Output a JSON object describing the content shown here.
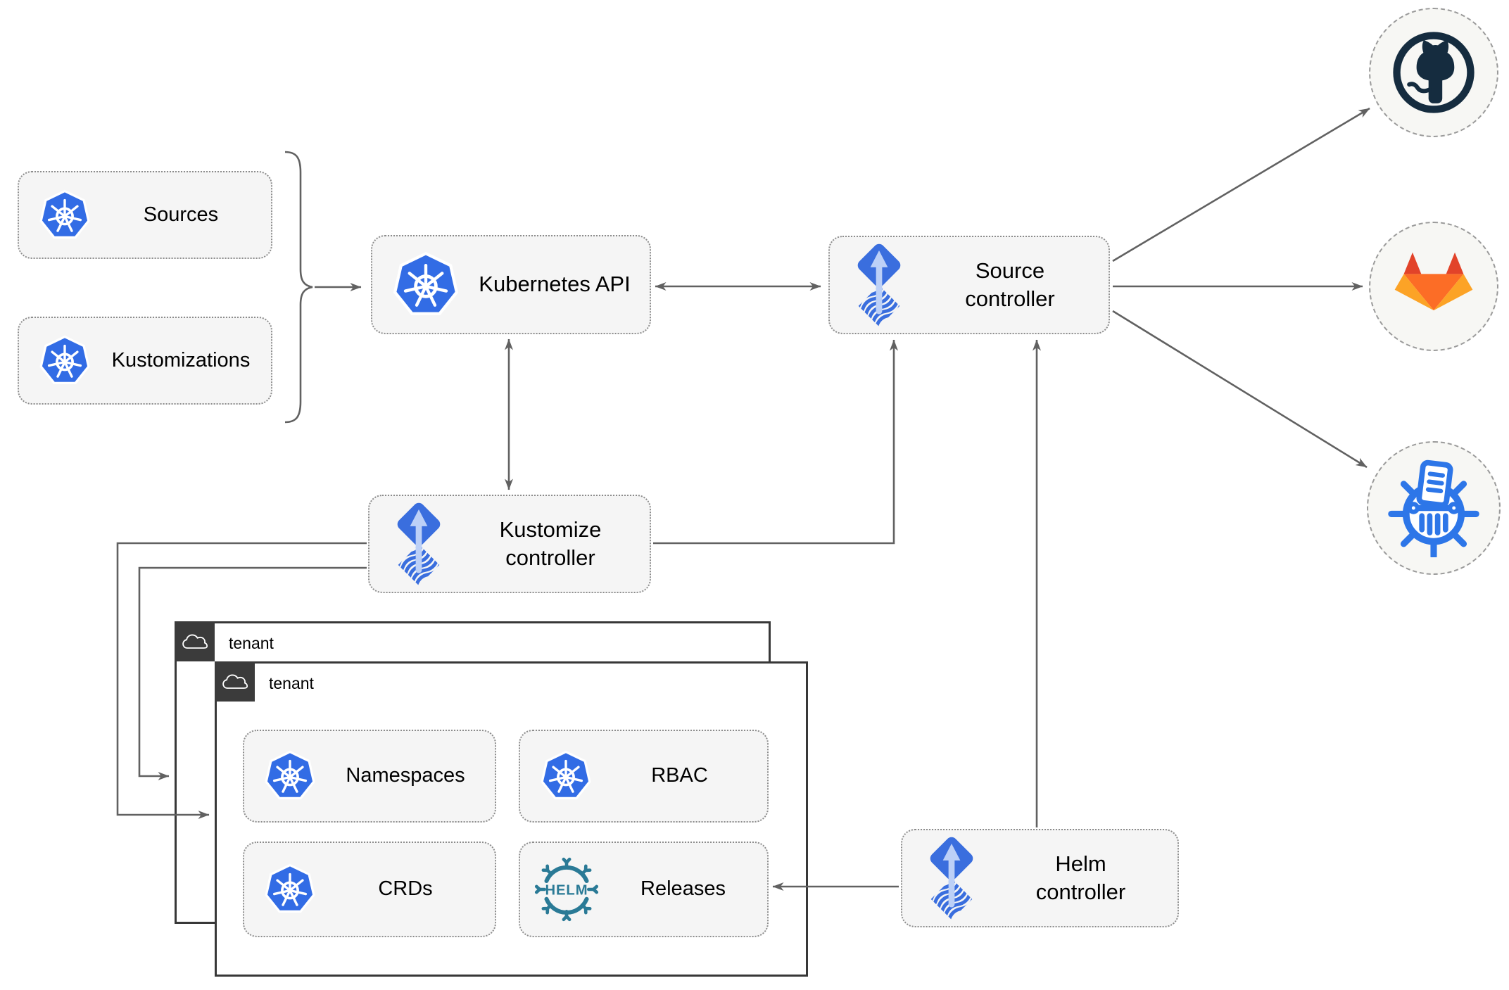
{
  "diagram": {
    "nodes": {
      "sources": {
        "label": "Sources"
      },
      "kustomizations": {
        "label": "Kustomizations"
      },
      "kubernetes_api": {
        "label": "Kubernetes API"
      },
      "source_controller": {
        "label": "Source controller"
      },
      "kustomize_controller": {
        "label": "Kustomize controller"
      },
      "helm_controller": {
        "label": "Helm controller"
      },
      "namespaces": {
        "label": "Namespaces"
      },
      "rbac": {
        "label": "RBAC"
      },
      "crds": {
        "label": "CRDs"
      },
      "releases": {
        "label": "Releases",
        "badge": "HELM"
      }
    },
    "groups": {
      "tenant_outer": {
        "label": "tenant"
      },
      "tenant_inner": {
        "label": "tenant"
      }
    },
    "endpoints": {
      "github": {
        "icon": "github-icon"
      },
      "gitlab": {
        "icon": "gitlab-icon"
      },
      "chartmuseum": {
        "icon": "chartmuseum-icon"
      }
    },
    "colors": {
      "kubernetes_blue": "#326CE5",
      "flux_blue": "#3A6EDE",
      "flux_arrow_light": "#BCD0F7",
      "helm_teal": "#2A7A96",
      "chartmuseum_blue": "#2D76E8",
      "github_navy": "#152C3F",
      "gitlab_red": "#E24329",
      "gitlab_orange": "#FC6D26",
      "gitlab_amber": "#FCA326",
      "node_fill": "#F5F5F5",
      "connector_gray": "#616161",
      "tenant_tab_dark": "#3B3B3B"
    }
  }
}
